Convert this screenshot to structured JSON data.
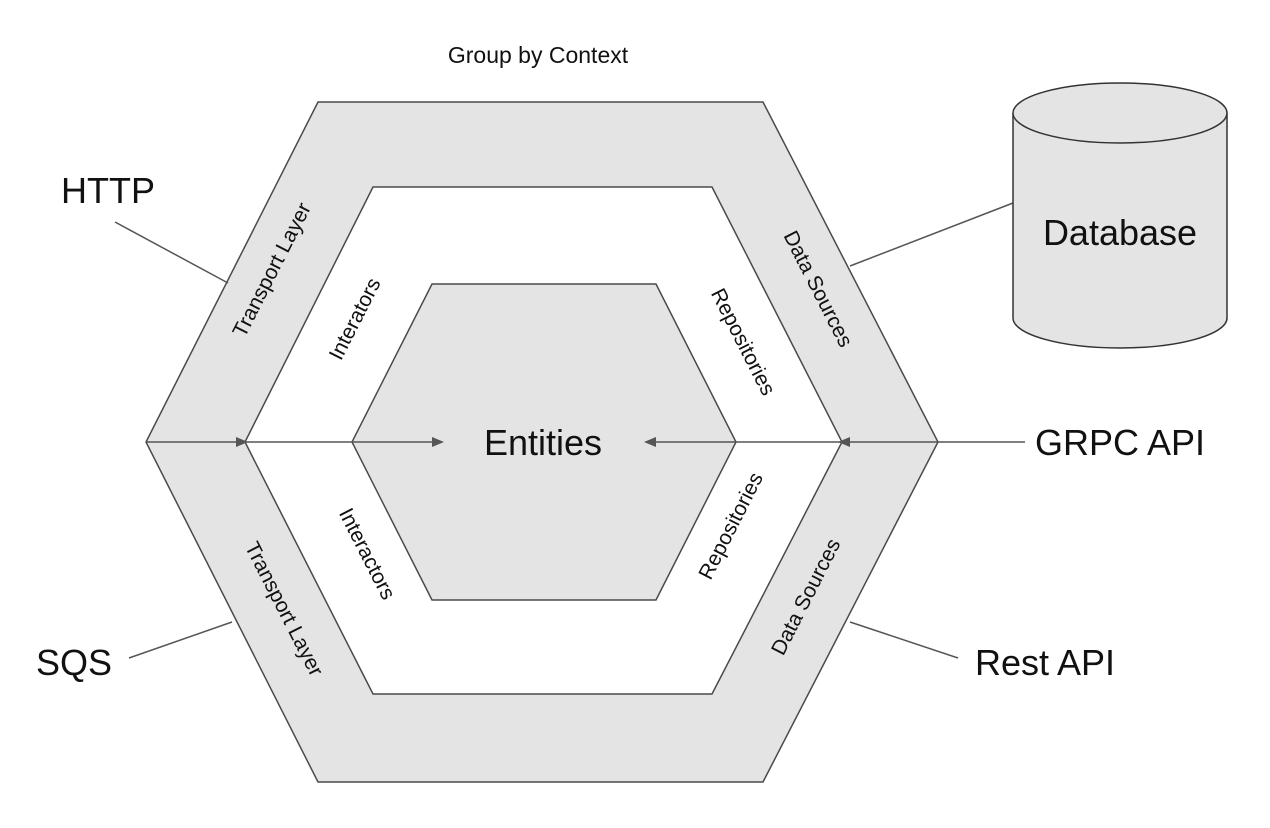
{
  "title": "Group by Context",
  "core": {
    "label": "Entities"
  },
  "layers": {
    "transport_top": "Transport Layer",
    "transport_bottom": "Transport Layer",
    "interactors_top": "Interators",
    "interactors_bottom": "Interactors",
    "repositories_top": "Repositories",
    "repositories_bottom": "Repositories",
    "datasources_top": "Data Sources",
    "datasources_bottom": "Data Sources"
  },
  "external": {
    "http": "HTTP",
    "sqs": "SQS",
    "database": "Database",
    "grpc": "GRPC API",
    "rest": "Rest API"
  },
  "colors": {
    "ring_fill": "#e4e4e4",
    "stroke": "#4a4a4a",
    "background": "#ffffff"
  }
}
